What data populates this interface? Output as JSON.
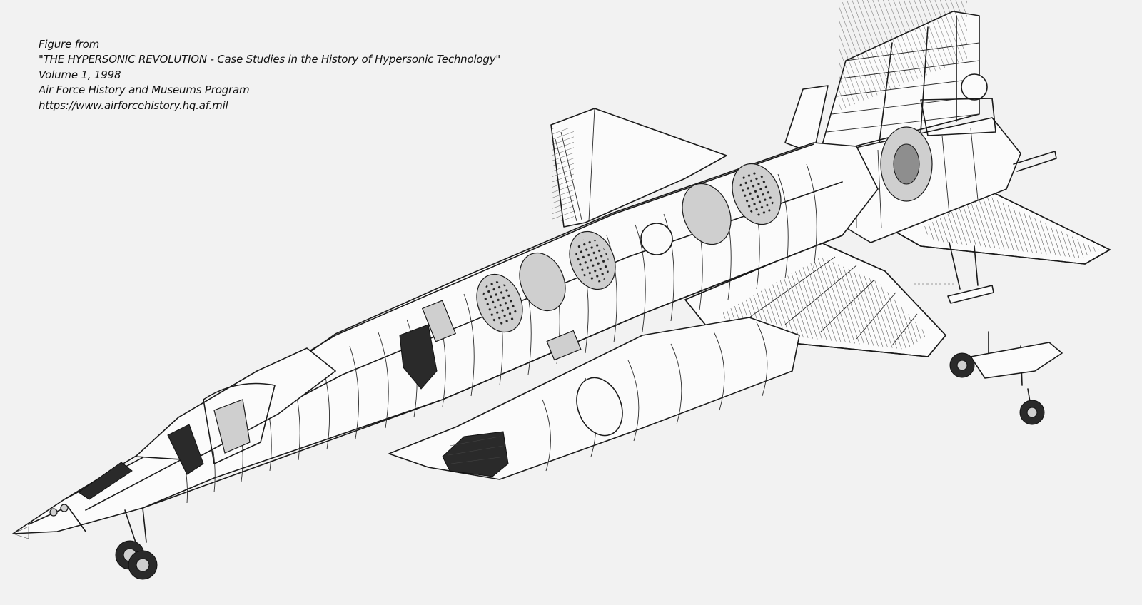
{
  "caption": {
    "line1": "Figure from",
    "line2": "\"THE HYPERSONIC REVOLUTION - Case Studies in the History of Hypersonic Technology\"",
    "line3": "Volume 1, 1998",
    "line4": "Air Force History and Museums Program",
    "line5": "https://www.airforcehistory.hq.af.mil"
  }
}
